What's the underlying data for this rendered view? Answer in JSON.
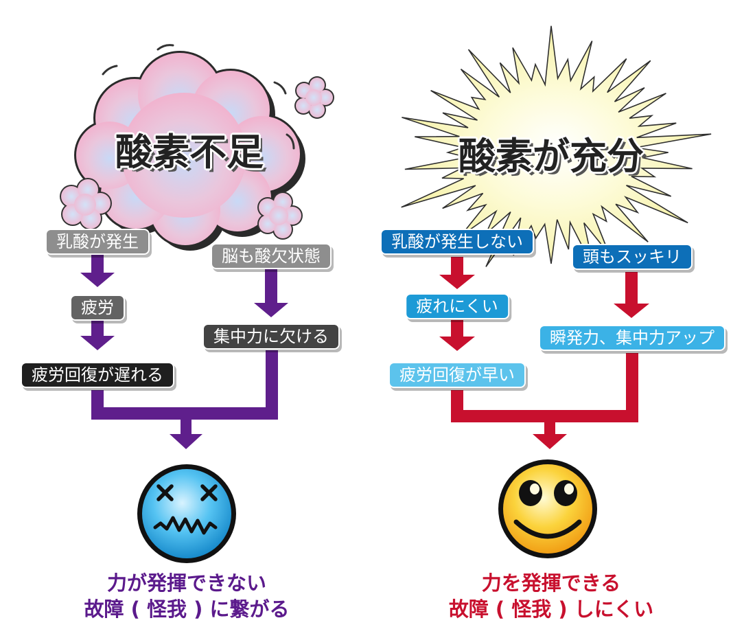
{
  "left": {
    "title": "酸素不足",
    "steps": [
      "乳酸が発生",
      "疲労",
      "疲労回復が遅れる"
    ],
    "side_steps": [
      "脳も酸欠状態",
      "集中力に欠ける"
    ],
    "conclusion": [
      "力が発揮できない",
      "故障 ( 怪我 ) に繋がる"
    ],
    "arrow_color": "#5f1f8c",
    "face": "dizzy-face"
  },
  "right": {
    "title": "酸素が充分",
    "steps": [
      "乳酸が発生しない",
      "疲れにくい",
      "疲労回復が早い"
    ],
    "side_steps": [
      "頭もスッキリ",
      "瞬発力、集中力アップ"
    ],
    "conclusion": [
      "力を発揮できる",
      "故障 ( 怪我 ) しにくい"
    ],
    "arrow_color": "#c8102e",
    "face": "smiling-face"
  }
}
